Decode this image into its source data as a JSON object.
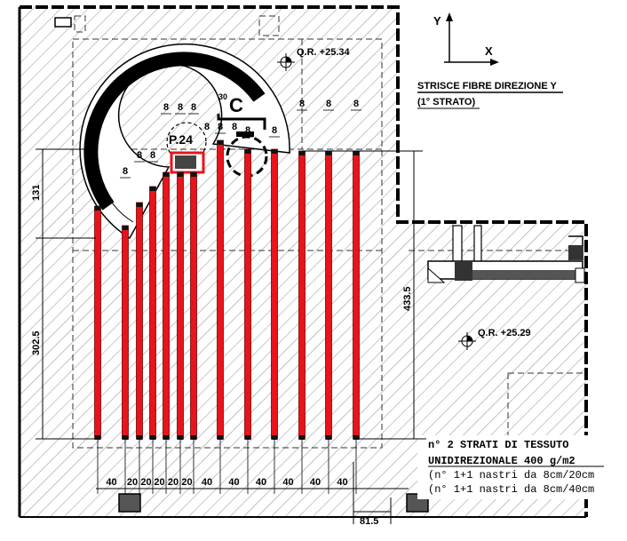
{
  "colors": {
    "strip": "#e8141b",
    "ink": "#000000",
    "paper": "#ffffff",
    "hatch": "#8a8a8a"
  },
  "axes": {
    "y_label": "Y",
    "x_label": "X"
  },
  "title": {
    "line1": "STRISCE FIBRE DIREZIONE Y",
    "line2": "(1° STRATO)"
  },
  "elevations": {
    "top": "Q.R. +25.34",
    "right": "Q.R. +25.29"
  },
  "pillar_label": "P.24",
  "detail_label": "C",
  "detail_prefix": "30",
  "strip_widths": [
    "8",
    "8",
    "8",
    "8",
    "8",
    "8",
    "8",
    "8",
    "8",
    "8",
    "8",
    "8",
    "8",
    "8",
    "8"
  ],
  "bottom_dims": [
    "40",
    "20",
    "20",
    "20",
    "20",
    "20",
    "40",
    "40",
    "40",
    "40",
    "40",
    "40"
  ],
  "dim_81_5": "81.5",
  "dim_131": "131",
  "dim_302_5": "302.5",
  "dim_433_5": "433.5",
  "note": {
    "line1": "n° 2 STRATI DI TESSUTO",
    "line2": "UNIDIREZIONALE 400 g/m2",
    "line3": "(n° 1+1 nastri da 8cm/20cm",
    "line4": "(n° 1+1 nastri da 8cm/40cm"
  }
}
